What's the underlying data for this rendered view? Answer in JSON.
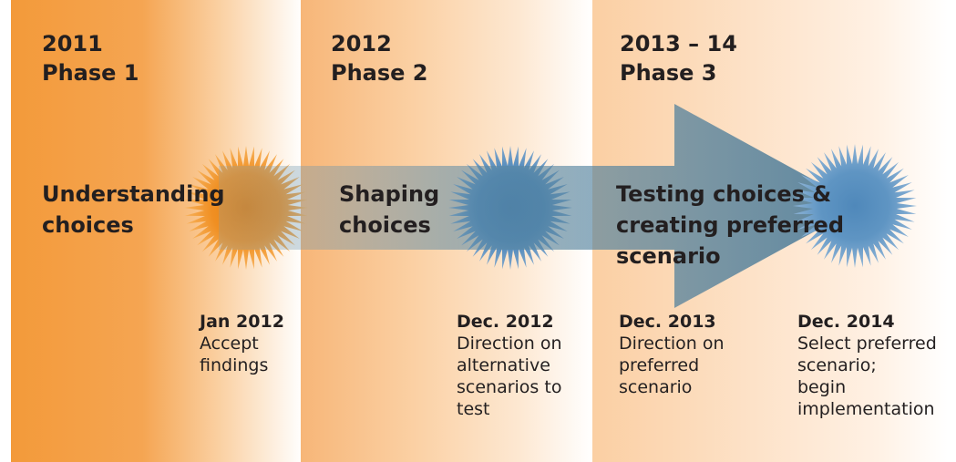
{
  "phases": [
    {
      "year": "2011",
      "name": "Phase 1",
      "stage": "Understanding\nchoices"
    },
    {
      "year": "2012",
      "name": "Phase 2",
      "stage": "Shaping\nchoices"
    },
    {
      "year": "2013 – 14",
      "name": "Phase 3",
      "stage": "Testing choices &\ncreating preferred\nscenario"
    }
  ],
  "milestones": [
    {
      "date": "Jan 2012",
      "description": "Accept\nfindings"
    },
    {
      "date": "Dec. 2012",
      "description": "Direction on\nalternative\nscenarios to\ntest"
    },
    {
      "date": "Dec. 2013",
      "description": "Direction on\npreferred\nscenario"
    },
    {
      "date": "Dec. 2014",
      "description": "Select preferred\nscenario;\nbegin\nimplementation"
    }
  ],
  "colors": {
    "orange_burst": "#f08a1c",
    "blue_burst": "#4f86b8",
    "arrow": "#4d7f9c",
    "text": "#231f20"
  }
}
